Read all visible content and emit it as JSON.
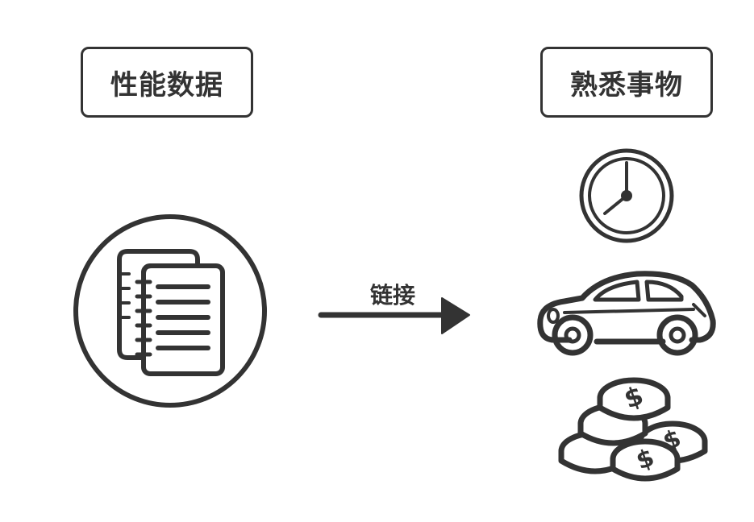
{
  "left": {
    "label": "性能数据",
    "icon": "documents-icon"
  },
  "arrow": {
    "label": "链接"
  },
  "right": {
    "label": "熟悉事物",
    "icons": [
      "clock-icon",
      "car-icon",
      "coins-icon"
    ]
  },
  "colors": {
    "ink": "#333333",
    "background": "#ffffff"
  }
}
